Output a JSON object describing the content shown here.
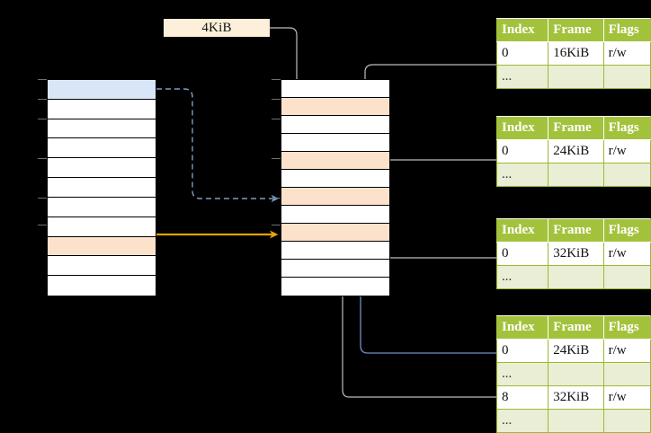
{
  "diagram": {
    "title": "page-table-translation-diagram",
    "background": "#000000",
    "page_size_label": "4KiB"
  },
  "colors": {
    "header_green": "#a3c23c",
    "row_alt_green": "#e9eed5",
    "highlight_yellow": "#fbf6a8",
    "peach": "#fce2cb",
    "blue_row": "#d8e6f8",
    "orange_arrow": "#e9a200",
    "blue_arrow": "#6f93c4",
    "gray_arrow": "#bdbdbd",
    "label_bg": "#fdf0da"
  },
  "virtual_column": {
    "name": "virtual-memory-column",
    "rows": [
      {
        "index": 0,
        "style": "blue"
      },
      {
        "index": 1,
        "style": "white"
      },
      {
        "index": 2,
        "style": "white"
      },
      {
        "index": 3,
        "style": "white"
      },
      {
        "index": 4,
        "style": "white"
      },
      {
        "index": 5,
        "style": "white"
      },
      {
        "index": 6,
        "style": "white"
      },
      {
        "index": 7,
        "style": "white"
      },
      {
        "index": 8,
        "style": "peach"
      },
      {
        "index": 9,
        "style": "white"
      },
      {
        "index": 10,
        "style": "white"
      }
    ]
  },
  "physical_column": {
    "name": "physical-memory-column",
    "rows": [
      {
        "index": 0,
        "style": "white"
      },
      {
        "index": 1,
        "style": "peach"
      },
      {
        "index": 2,
        "style": "white"
      },
      {
        "index": 3,
        "style": "white"
      },
      {
        "index": 4,
        "style": "peach"
      },
      {
        "index": 5,
        "style": "white"
      },
      {
        "index": 6,
        "style": "peach"
      },
      {
        "index": 7,
        "style": "white"
      },
      {
        "index": 8,
        "style": "peach"
      },
      {
        "index": 9,
        "style": "white"
      },
      {
        "index": 10,
        "style": "white"
      },
      {
        "index": 11,
        "style": "white"
      }
    ]
  },
  "page_tables": [
    {
      "name": "page-table-1",
      "headers": [
        "Index",
        "Frame",
        "Flags"
      ],
      "rows": [
        {
          "kind": "data",
          "cells": [
            "0",
            "16KiB",
            "r/w"
          ],
          "highlight": [
            false,
            false,
            false
          ]
        },
        {
          "kind": "ellipsis",
          "cells": [
            "...",
            "",
            ""
          ],
          "highlight": [
            false,
            false,
            false
          ]
        }
      ]
    },
    {
      "name": "page-table-2",
      "headers": [
        "Index",
        "Frame",
        "Flags"
      ],
      "rows": [
        {
          "kind": "data",
          "cells": [
            "0",
            "24KiB",
            "r/w"
          ],
          "highlight": [
            false,
            false,
            false
          ]
        },
        {
          "kind": "ellipsis",
          "cells": [
            "...",
            "",
            ""
          ],
          "highlight": [
            false,
            false,
            false
          ]
        }
      ]
    },
    {
      "name": "page-table-3",
      "headers": [
        "Index",
        "Frame",
        "Flags"
      ],
      "rows": [
        {
          "kind": "data",
          "cells": [
            "0",
            "32KiB",
            "r/w"
          ],
          "highlight": [
            false,
            false,
            false
          ]
        },
        {
          "kind": "ellipsis",
          "cells": [
            "...",
            "",
            ""
          ],
          "highlight": [
            false,
            false,
            false
          ]
        }
      ]
    },
    {
      "name": "page-table-4",
      "headers": [
        "Index",
        "Frame",
        "Flags"
      ],
      "rows": [
        {
          "kind": "data",
          "cells": [
            "0",
            "24KiB",
            "r/w"
          ],
          "highlight": [
            true,
            true,
            true
          ]
        },
        {
          "kind": "ellipsis",
          "cells": [
            "...",
            "",
            ""
          ],
          "highlight": [
            false,
            false,
            false
          ]
        },
        {
          "kind": "data",
          "cells": [
            "8",
            "32KiB",
            "r/w"
          ],
          "highlight": [
            false,
            false,
            false
          ]
        },
        {
          "kind": "ellipsis",
          "cells": [
            "...",
            "",
            ""
          ],
          "highlight": [
            false,
            false,
            false
          ]
        }
      ]
    }
  ]
}
